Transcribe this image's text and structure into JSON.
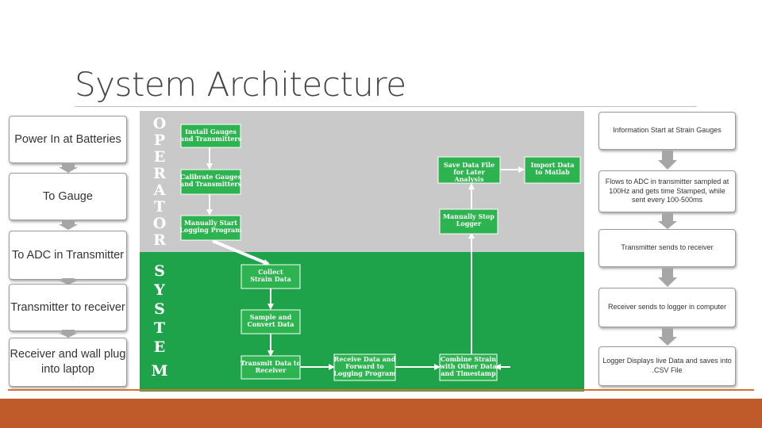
{
  "title": "System Architecture",
  "left_steps": [
    "Power In at Batteries",
    "To Gauge",
    "To ADC in Transmitter",
    "Transmitter to receiver",
    "Receiver  and wall plug into laptop"
  ],
  "right_steps": [
    "Information Start at Strain Gauges",
    "Flows to ADC in transmitter sampled at 100Hz and gets time Stamped, while sent every 100-500ms",
    "Transmitter sends to receiver",
    "Receiver sends to logger in computer",
    "Logger Displays live Data and saves into .CSV File"
  ],
  "diagram": {
    "operator_letters": [
      "O",
      "P",
      "E",
      "R",
      "A",
      "T",
      "O",
      "R"
    ],
    "system_letters": [
      "S",
      "Y",
      "S",
      "T",
      "E",
      "M"
    ],
    "nodes": {
      "install": "Install Gauges and Transmitters",
      "calibrate": "Calibrate Gauges and Transmitters",
      "start": "Manually Start Logging Program",
      "save": "Save Data File for Later Analysis",
      "import": "Import Data to Matlab",
      "stop": "Manually Stop Logger",
      "collect": "Collect Strain Data",
      "sample": "Sample and Convert Data",
      "transmit": "Transmit Data to Receiver",
      "receive": "Receive Data and Forward to Logging Program",
      "combine": "Combine Strain with Other Data and Timestamp"
    },
    "colors": {
      "operator_bg": "#c9c9c9",
      "system_bg": "#1ea34a",
      "node": "#2db34f",
      "arrow": "#a6a6a6"
    }
  }
}
